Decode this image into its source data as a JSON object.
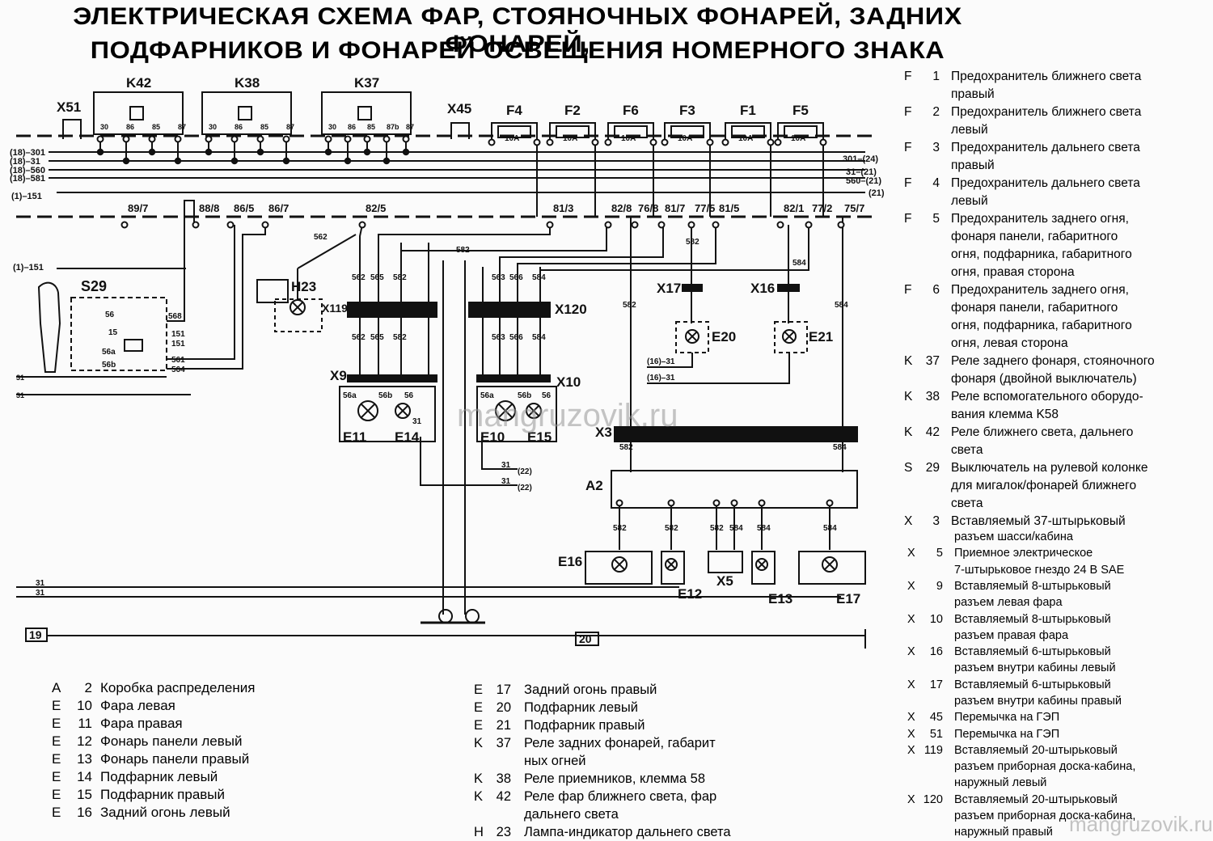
{
  "title": {
    "line1": "ЭЛЕКТРИЧЕСКАЯ СХЕМА ФАР, СТОЯНОЧНЫХ ФОНАРЕЙ, ЗАДНИХ ФОНАРЕЙ,",
    "line2": "ПОДФАРНИКОВ И ФОНАРЕЙ ОСВЕЩЕНИЯ НОМЕРНОГО ЗНАКА"
  },
  "watermark": {
    "center": "mangruzovik.ru",
    "corner": "mangruzovik.ru"
  },
  "diagram": {
    "relays": [
      "K42",
      "K38",
      "K37"
    ],
    "relay_pins": {
      "K42": [
        "30",
        "86",
        "85",
        "87"
      ],
      "K38": [
        "30",
        "86",
        "85",
        "87"
      ],
      "K37": [
        "30",
        "86",
        "85",
        "87b",
        "87"
      ]
    },
    "bridges": [
      "X51",
      "X45"
    ],
    "fuses": [
      {
        "name": "F4",
        "rating": "10A"
      },
      {
        "name": "F2",
        "rating": "10A"
      },
      {
        "name": "F6",
        "rating": "10A"
      },
      {
        "name": "F3",
        "rating": "10A"
      },
      {
        "name": "F1",
        "rating": "10A"
      },
      {
        "name": "F5",
        "rating": "10A"
      }
    ],
    "left_bus": [
      "(18)–301",
      "(18)–31",
      "(18)–560",
      "(18)–581",
      "(1)–151"
    ],
    "right_bus": [
      "301–(24)",
      "31–(21)",
      "560–(21)",
      "(21)"
    ],
    "left_151_lower": "(1)–151",
    "terminals": [
      "89/7",
      "88/8",
      "86/5",
      "86/7",
      "82/5",
      "81/3",
      "82/8",
      "76/8",
      "81/7",
      "77/5",
      "81/5",
      "82/1",
      "77/2",
      "75/7"
    ],
    "wires": {
      "w562": "562",
      "w565": "565",
      "w582": "582",
      "w563": "563",
      "w566": "566",
      "w584": "584",
      "w568": "568",
      "w151": "151",
      "w561": "561",
      "w564": "564",
      "w31": "31"
    },
    "components": [
      "S29",
      "H23",
      "X119",
      "X120",
      "X9",
      "X10",
      "E11",
      "E14",
      "E10",
      "E15",
      "X17",
      "X16",
      "E20",
      "E21",
      "X3",
      "A2",
      "E16",
      "E12",
      "X5",
      "E13",
      "E17"
    ],
    "s29_pins": [
      "56",
      "15",
      "56a",
      "56b"
    ],
    "lamp_pins": [
      "56a",
      "56b",
      "56",
      "31"
    ],
    "e20_refs": [
      "(16)–31",
      "(16)–31"
    ],
    "x9_refs": [
      "31",
      "(22)",
      "31",
      "(22)"
    ],
    "sheet_left": "19",
    "sheet_right": "20",
    "ground_left": "31",
    "ground_right": "31"
  },
  "legend_bottom_left": [
    {
      "p": "A",
      "n": "2",
      "d": "Коробка распределения"
    },
    {
      "p": "E",
      "n": "10",
      "d": "Фара левая"
    },
    {
      "p": "E",
      "n": "11",
      "d": "Фара правая"
    },
    {
      "p": "E",
      "n": "12",
      "d": "Фонарь панели левый"
    },
    {
      "p": "E",
      "n": "13",
      "d": "Фонарь панели правый"
    },
    {
      "p": "E",
      "n": "14",
      "d": "Подфарник левый"
    },
    {
      "p": "E",
      "n": "15",
      "d": "Подфарник правый"
    },
    {
      "p": "E",
      "n": "16",
      "d": "Задний огонь левый"
    }
  ],
  "legend_bottom_mid": [
    {
      "p": "E",
      "n": "17",
      "d": "Задний огонь правый"
    },
    {
      "p": "E",
      "n": "20",
      "d": "Подфарник левый"
    },
    {
      "p": "E",
      "n": "21",
      "d": "Подфарник правый"
    },
    {
      "p": "K",
      "n": "37",
      "d": "Реле задних фонарей, габарит",
      "d2": "ных огней"
    },
    {
      "p": "K",
      "n": "38",
      "d": "Реле приемников, клемма 58"
    },
    {
      "p": "K",
      "n": "42",
      "d": "Реле фар ближнего света, фар",
      "d2": "дальнего света"
    },
    {
      "p": "H",
      "n": "23",
      "d": "Лампа-индикатор дальнего света"
    }
  ],
  "legend_right": [
    {
      "p": "F",
      "n": "1",
      "d": "Предохранитель ближнего света",
      "d2": "правый"
    },
    {
      "p": "F",
      "n": "2",
      "d": "Предохранитель ближнего света",
      "d2": "левый"
    },
    {
      "p": "F",
      "n": "3",
      "d": "Предохранитель дальнего света",
      "d2": "правый"
    },
    {
      "p": "F",
      "n": "4",
      "d": "Предохранитель дальнего света",
      "d2": "левый"
    },
    {
      "p": "F",
      "n": "5",
      "d": "Предохранитель заднего огня,",
      "d2": "фонаря панели, габаритного",
      "d3": "огня, подфарника, габаритного",
      "d4": "огня, правая сторона"
    },
    {
      "p": "F",
      "n": "6",
      "d": "Предохранитель заднего огня,",
      "d2": "фонаря панели, габаритного",
      "d3": "огня, подфарника, габаритного",
      "d4": "огня, левая сторона"
    },
    {
      "p": "K",
      "n": "37",
      "d": "Реле заднего фонаря, стояночного",
      "d2": "фонаря (двойной выключатель)"
    },
    {
      "p": "K",
      "n": "38",
      "d": "Реле вспомогательного оборудо-",
      "d2": "вания клемма K58"
    },
    {
      "p": "K",
      "n": "42",
      "d": "Реле ближнего света, дальнего",
      "d2": "света"
    },
    {
      "p": "S",
      "n": "29",
      "d": "Выключатель на рулевой колонке",
      "d2": "для мигалок/фонарей ближнего",
      "d3": "света"
    },
    {
      "p": "X",
      "n": "3",
      "d": "Вставляемый 37-штырьковый"
    }
  ],
  "legend_right2": [
    {
      "p": "",
      "n": "",
      "d": "разъем шасси/кабина"
    },
    {
      "p": "X",
      "n": "5",
      "d": "Приемное электрическое",
      "d2": "7-штырьковое гнездо 24 В SAE"
    },
    {
      "p": "X",
      "n": "9",
      "d": "Вставляемый 8-штырьковый",
      "d2": "разъем левая фара"
    },
    {
      "p": "X",
      "n": "10",
      "d": "Вставляемый 8-штырьковый",
      "d2": "разъем правая фара"
    },
    {
      "p": "X",
      "n": "16",
      "d": "Вставляемый 6-штырьковый",
      "d2": "разъем внутри кабины левый"
    },
    {
      "p": "X",
      "n": "17",
      "d": "Вставляемый 6-штырьковый",
      "d2": "разъем внутри кабины правый"
    },
    {
      "p": "X",
      "n": "45",
      "d": "Перемычка на ГЭП"
    },
    {
      "p": "X",
      "n": "51",
      "d": "Перемычка на ГЭП"
    },
    {
      "p": "X",
      "n": "119",
      "d": "Вставляемый 20-штырьковый",
      "d2": "разъем приборная доска-кабина,",
      "d3": "наружный левый"
    },
    {
      "p": "X",
      "n": "120",
      "d": "Вставляемый 20-штырьковый",
      "d2": "разъем приборная доска-кабина,",
      "d3": "наружный правый"
    }
  ]
}
